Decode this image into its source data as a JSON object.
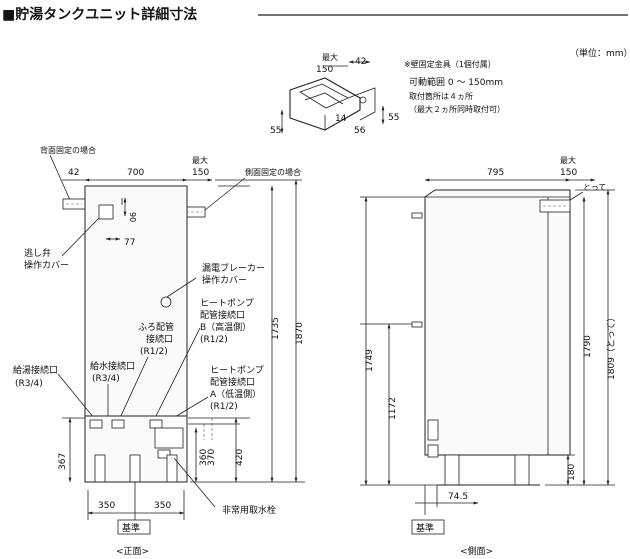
{
  "title": "■貯湯タンクユニット詳細寸法",
  "unit": "（単位：mm）",
  "bracket": {
    "note_line1": "※壁固定金具（1個付属）",
    "note_line2": "可動範囲 0 ～ 150mm",
    "note_line3": "取付箇所は４ヵ所",
    "note_line4": "（最大２ヵ所同時取付可）",
    "dim_max_label": "最大",
    "dim_150": "150",
    "dim_42": "42",
    "dim_55_left": "55",
    "dim_14": "14",
    "dim_56": "56",
    "dim_55_right": "55"
  },
  "front": {
    "back_fix_label": "背面固定の場合",
    "side_fix_label": "側面固定の場合",
    "dim_42": "42",
    "dim_700": "700",
    "dim_max_label": "最大",
    "dim_150": "150",
    "dim_90": "90",
    "dim_77": "77",
    "relief_valve_label_1": "逃し弁",
    "relief_valve_label_2": "操作カバー",
    "breaker_label_1": "漏電ブレーカー",
    "breaker_label_2": "操作カバー",
    "hp_b_label_1": "ヒートポンプ",
    "hp_b_label_2": "配管接続口",
    "hp_b_label_3": "B（高温側）",
    "hp_b_label_4": "(R1/2)",
    "bath_label_1": "ふろ配管",
    "bath_label_2": "接続口",
    "bath_label_3": "(R1/2)",
    "water_label_1": "給水接続口",
    "water_label_2": "(R3/4)",
    "hot_label_1": "給湯接続口",
    "hot_label_2": "(R3/4)",
    "hp_a_label_1": "ヒートポンプ",
    "hp_a_label_2": "配管接続口",
    "hp_a_label_3": "A（低温側）",
    "hp_a_label_4": "(R1/2)",
    "dim_1735": "1735",
    "dim_1870": "1870",
    "dim_367": "367",
    "dim_370": "370",
    "dim_360": "360",
    "dim_420": "420",
    "dim_350_left": "350",
    "dim_350_right": "350",
    "drain_label": "非常用取水栓",
    "base_label": "基準",
    "view_label": "<正面>"
  },
  "side": {
    "dim_795": "795",
    "dim_max_label": "最大",
    "dim_150": "150",
    "protrusion_label": "とって",
    "dim_1749": "1749",
    "dim_1172": "1172",
    "dim_1790": "1790",
    "dim_1809": "1809（とって）",
    "dim_180": "180",
    "dim_74_5": "74.5",
    "base_label": "基準",
    "view_label": "<側面>"
  }
}
